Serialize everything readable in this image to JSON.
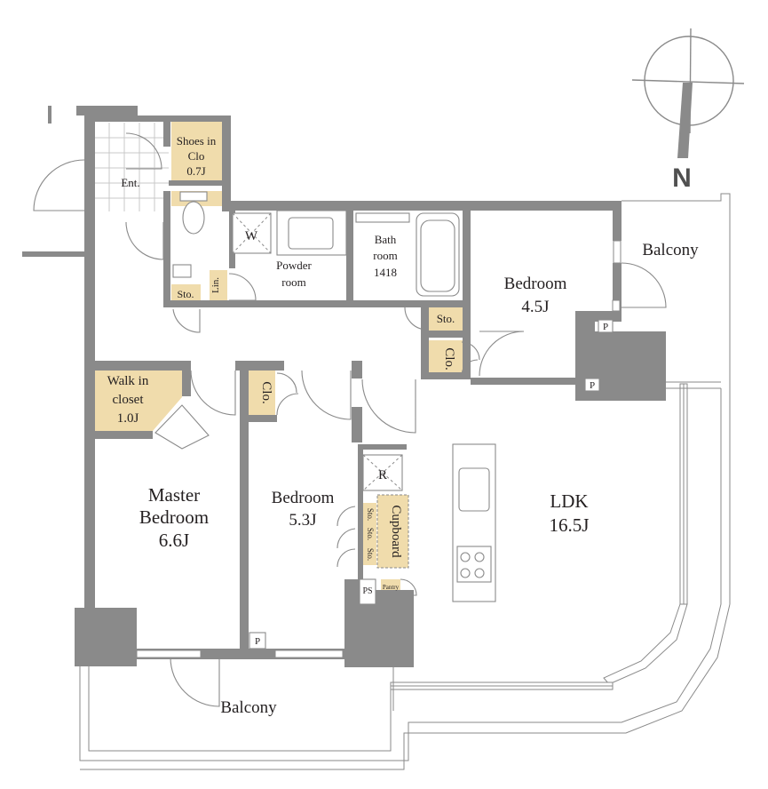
{
  "compass": {
    "letter": "N"
  },
  "rooms": {
    "entrance": "Ent.",
    "shoes_closet": [
      "Shoes in",
      "Clo",
      "0.7J"
    ],
    "washer": "W",
    "powder_room": [
      "Powder",
      "room"
    ],
    "bathroom": [
      "Bath",
      "room",
      "1418"
    ],
    "linen": "Lin.",
    "storage_left": "Sto.",
    "storage_right": "Sto.",
    "bedroom_ne": [
      "Bedroom",
      "4.5J"
    ],
    "closet_ne": "Clo.",
    "balcony_east": "Balcony",
    "walk_in_closet": [
      "Walk in",
      "closet",
      "1.0J"
    ],
    "closet_mid": "Clo.",
    "master_bedroom": [
      "Master",
      "Bedroom",
      "6.6J"
    ],
    "bedroom_mid": [
      "Bedroom",
      "5.3J"
    ],
    "refrigerator": "R",
    "cupboard": "Cupboard",
    "small_storage": [
      "Sto.",
      "Sto.",
      "Sto."
    ],
    "pipe_space": "PS",
    "pantry": "Pantry",
    "pipe_a": "P",
    "pipe_b": "P",
    "pipe_c": "P",
    "ldk": [
      "LDK",
      "16.5J"
    ],
    "balcony_south": "Balcony"
  }
}
